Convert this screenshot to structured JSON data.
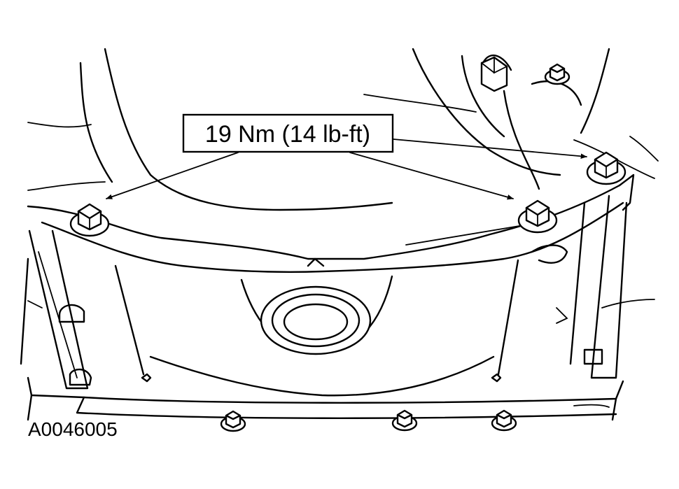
{
  "callout": {
    "torque_label": "19 Nm (14 lb-ft)"
  },
  "figure": {
    "id": "A0046005"
  },
  "colors": {
    "line": "#000000",
    "background": "#ffffff"
  },
  "icons": {
    "bolt": "hex-flange-bolt-icon",
    "arrow": "callout-arrow"
  }
}
